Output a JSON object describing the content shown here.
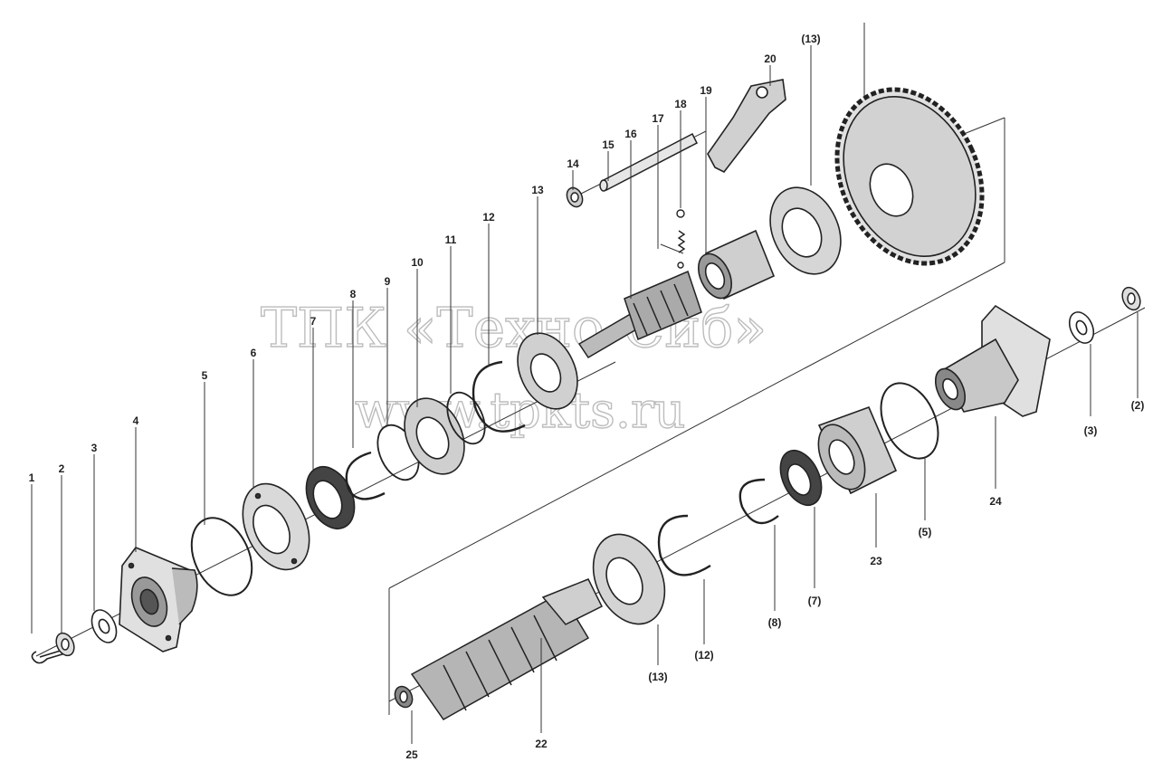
{
  "watermark": {
    "line1": "ТПК «Техно-Сиб»",
    "line2": "www.tpkts.ru"
  },
  "labels": [
    {
      "id": "p1",
      "text": "1"
    },
    {
      "id": "p2",
      "text": "2"
    },
    {
      "id": "p3",
      "text": "3"
    },
    {
      "id": "p4",
      "text": "4"
    },
    {
      "id": "p5",
      "text": "5"
    },
    {
      "id": "p6",
      "text": "6"
    },
    {
      "id": "p7",
      "text": "7"
    },
    {
      "id": "p8",
      "text": "8"
    },
    {
      "id": "p9",
      "text": "9"
    },
    {
      "id": "p10",
      "text": "10"
    },
    {
      "id": "p11",
      "text": "11"
    },
    {
      "id": "p12",
      "text": "12"
    },
    {
      "id": "p13",
      "text": "13"
    },
    {
      "id": "p14",
      "text": "14"
    },
    {
      "id": "p15",
      "text": "15"
    },
    {
      "id": "p16",
      "text": "16"
    },
    {
      "id": "p17",
      "text": "17"
    },
    {
      "id": "p18",
      "text": "18"
    },
    {
      "id": "p19",
      "text": "19"
    },
    {
      "id": "p20",
      "text": "20"
    },
    {
      "id": "p13b",
      "text": "(13)"
    },
    {
      "id": "p2b",
      "text": "(2)"
    },
    {
      "id": "p3b",
      "text": "(3)"
    },
    {
      "id": "p24",
      "text": "24"
    },
    {
      "id": "p5b",
      "text": "(5)"
    },
    {
      "id": "p23",
      "text": "23"
    },
    {
      "id": "p7b",
      "text": "(7)"
    },
    {
      "id": "p8b",
      "text": "(8)"
    },
    {
      "id": "p12b",
      "text": "(12)"
    },
    {
      "id": "p13c",
      "text": "(13)"
    },
    {
      "id": "p22",
      "text": "22"
    },
    {
      "id": "p25",
      "text": "25"
    }
  ]
}
